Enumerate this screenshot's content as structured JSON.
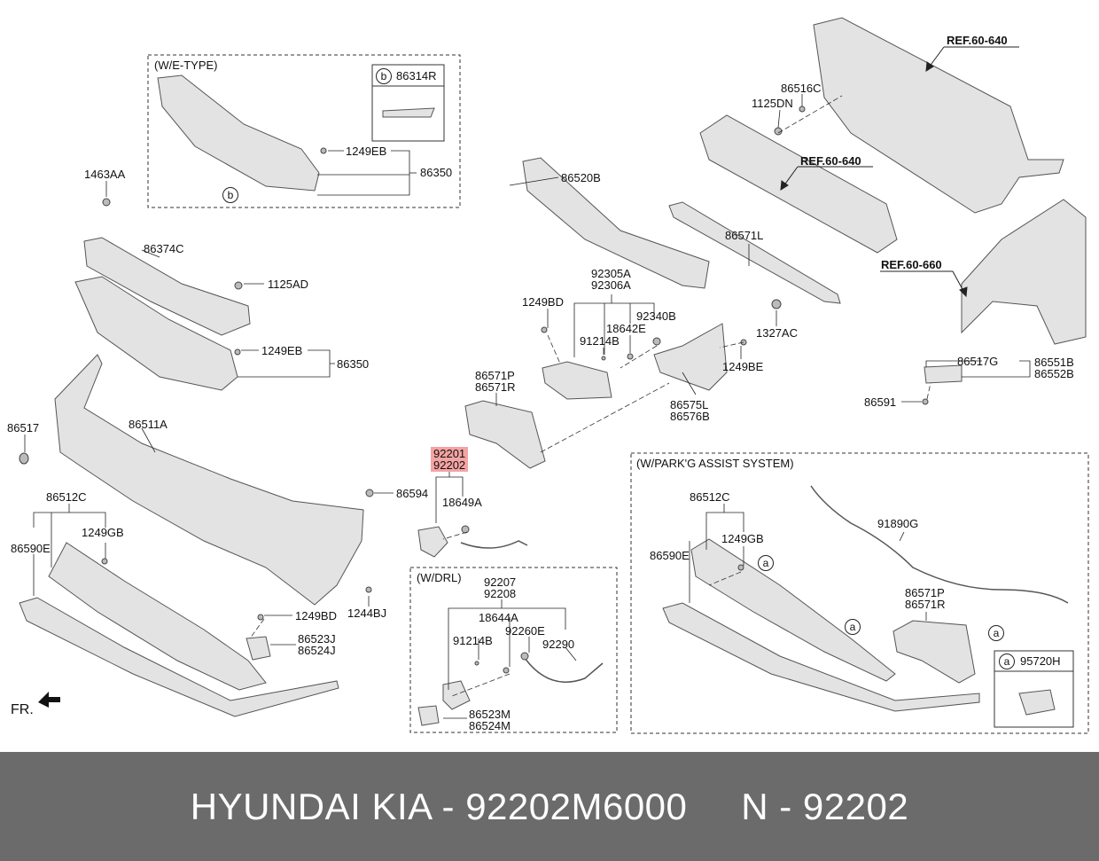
{
  "boxes": {
    "we_type": "(W/E-TYPE)",
    "drl": "(W/DRL)",
    "park": "(W/PARK'G ASSIST SYSTEM)"
  },
  "refs": {
    "r1": "REF.60-640",
    "r2": "REF.60-640",
    "r3": "REF.60-660"
  },
  "circles": {
    "a": "a",
    "b": "b"
  },
  "labels": {
    "p86314R": "86314R",
    "p1249EB_top": "1249EB",
    "p86350_top": "86350",
    "p1463AA": "1463AA",
    "p86374C": "86374C",
    "p1125AD": "1125AD",
    "p1249EB": "1249EB",
    "p86350": "86350",
    "p86517": "86517",
    "p86511A": "86511A",
    "p86594": "86594",
    "p86512C": "86512C",
    "p86590E": "86590E",
    "p1249GB": "1249GB",
    "p1244BJ": "1244BJ",
    "p1249BD": "1249BD",
    "p86523J": "86523J",
    "p86524J": "86524J",
    "p86520B": "86520B",
    "p92305A": "92305A",
    "p92306A": "92306A",
    "p1249BD_mid": "1249BD",
    "p92340B": "92340B",
    "p18642E": "18642E",
    "p91214B": "91214B",
    "p86571P": "86571P",
    "p86571R": "86571R",
    "p92201": "92201",
    "p92202": "92202",
    "p18649A": "18649A",
    "p86575L": "86575L",
    "p86576B": "86576B",
    "p1249BE": "1249BE",
    "p86571L": "86571L",
    "p1327AC": "1327AC",
    "p86516C": "86516C",
    "p1125DN": "1125DN",
    "p86517G": "86517G",
    "p86551B": "86551B",
    "p86552B": "86552B",
    "p86591": "86591",
    "p92207": "92207",
    "p92208": "92208",
    "p18644A": "18644A",
    "p91214B_drl": "91214B",
    "p92260E": "92260E",
    "p92290": "92290",
    "p86523M": "86523M",
    "p86524M": "86524M",
    "p86512C_r": "86512C",
    "p86590E_r": "86590E",
    "p1249GB_r": "1249GB",
    "p91890G": "91890G",
    "p86571P_r": "86571P",
    "p86571R_r": "86571R",
    "p95720H": "95720H"
  },
  "fr": "FR.",
  "footer": "HYUNDAI KIA - 92202M6000     N - 92202",
  "colors": {
    "footer_bg": "#6b6b6b",
    "highlight": "#f4a3a3",
    "part_fill": "#e3e3e3",
    "part_stroke": "#555555"
  }
}
